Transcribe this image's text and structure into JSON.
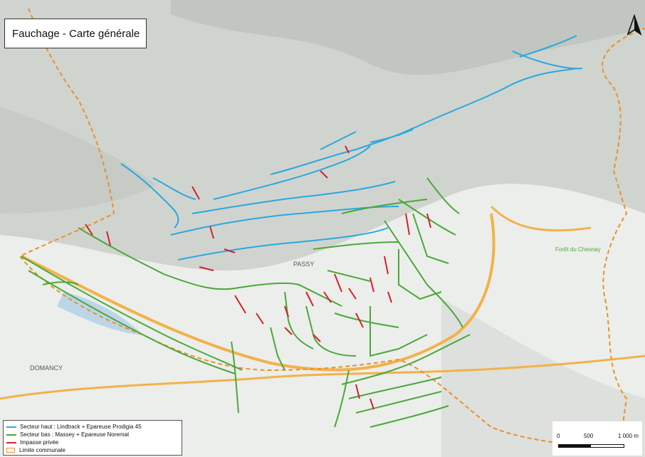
{
  "map": {
    "title": "Fauchage - Carte générale",
    "places": [
      "PASSY",
      "DOMANCY",
      "Forêt du Chesnay"
    ],
    "legend": [
      {
        "label": "Secteur haut : Lindtrack + Epareuse Prodigia 45",
        "color": "#29a8e0",
        "kind": "line"
      },
      {
        "label": "Secteur bas : Massey + Epareuse Noremat",
        "color": "#4aa83a",
        "kind": "line"
      },
      {
        "label": "Impasse privée",
        "color": "#d6202c",
        "kind": "line"
      },
      {
        "label": "Limite communale",
        "color": "#e8912d",
        "kind": "box"
      }
    ],
    "scale": {
      "labels": [
        "0",
        "500",
        "1 000 m"
      ]
    },
    "colors": {
      "high": "#29a8e0",
      "low": "#4aa83a",
      "private": "#d6202c",
      "boundary": "#e8912d"
    },
    "icons": [
      "north-arrow-icon"
    ]
  }
}
